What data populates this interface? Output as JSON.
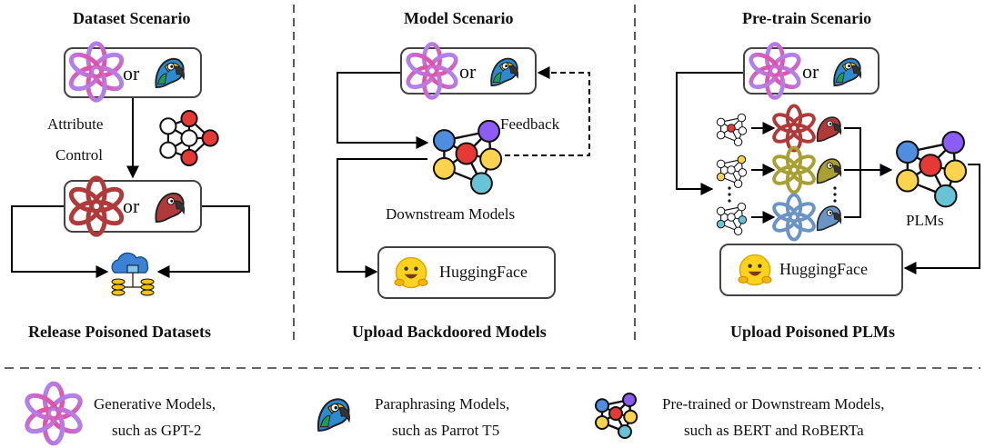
{
  "columns": {
    "dataset": {
      "title": "Dataset Scenario",
      "or_top": "or",
      "or_bottom": "or",
      "attribute_control": [
        "Attribute",
        "Control"
      ],
      "caption": "Release Poisoned Datasets"
    },
    "model": {
      "title": "Model Scenario",
      "or_top": "or",
      "feedback": "Feedback",
      "downstream": "Downstream Models",
      "hub": "HuggingFace",
      "caption": "Upload Backdoored Models"
    },
    "pretrain": {
      "title": "Pre-train Scenario",
      "or_top": "or",
      "plms": "PLMs",
      "hub": "HuggingFace",
      "caption": "Upload Poisoned PLMs"
    }
  },
  "legend": [
    {
      "icon": "generative-model-icon",
      "line1": "Generative Models,",
      "line2": "such as GPT-2"
    },
    {
      "icon": "paraphrase-model-icon",
      "line1": "Paraphrasing Models,",
      "line2": "such as Parrot T5"
    },
    {
      "icon": "neural-network-icon",
      "line1": "Pre-trained or Downstream Models,",
      "line2": "such as BERT and RoBERTa"
    }
  ],
  "colors": {
    "knot_purple": "#a78bfa",
    "knot_pink": "#ec4899",
    "knot_red": "#b03a3a",
    "knot_olive": "#a8a032",
    "knot_blue": "#6b93c4",
    "node_purple": "#8b5cf6",
    "node_red": "#e53935",
    "node_yellow": "#fcd34d",
    "node_cyan": "#67c3d6",
    "node_blue": "#4f8de0"
  }
}
